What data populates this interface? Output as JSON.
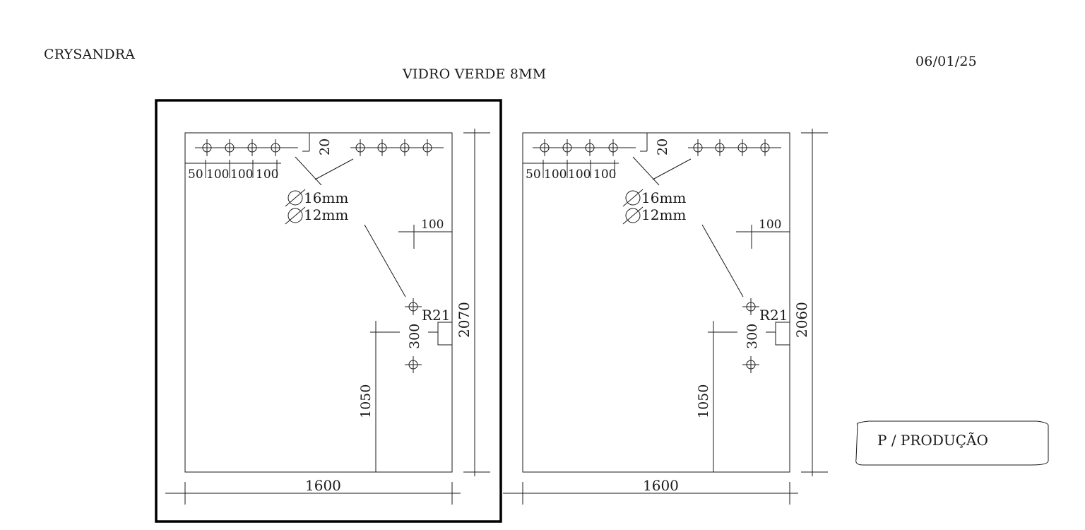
{
  "header": {
    "client": "CRYSANDRA",
    "material": "VIDRO VERDE 8MM",
    "date": "06/01/25"
  },
  "hole_labels": {
    "d16": "16mm",
    "d12": "12mm",
    "radius": "R21"
  },
  "top_offsets": [
    "50",
    "100",
    "100",
    "100"
  ],
  "panels": [
    {
      "width": "1600",
      "height": "2070",
      "top_gap": "20",
      "side_offset": "100",
      "hole_spacing": "300",
      "lower_height": "1050",
      "selected": true
    },
    {
      "width": "1600",
      "height": "2060",
      "top_gap": "20",
      "side_offset": "100",
      "hole_spacing": "300",
      "lower_height": "1050",
      "selected": false
    }
  ],
  "stamp": {
    "label": "P / PRODUÇÃO"
  },
  "colors": {
    "ink": "#1a1a1a",
    "background": "#ffffff"
  }
}
